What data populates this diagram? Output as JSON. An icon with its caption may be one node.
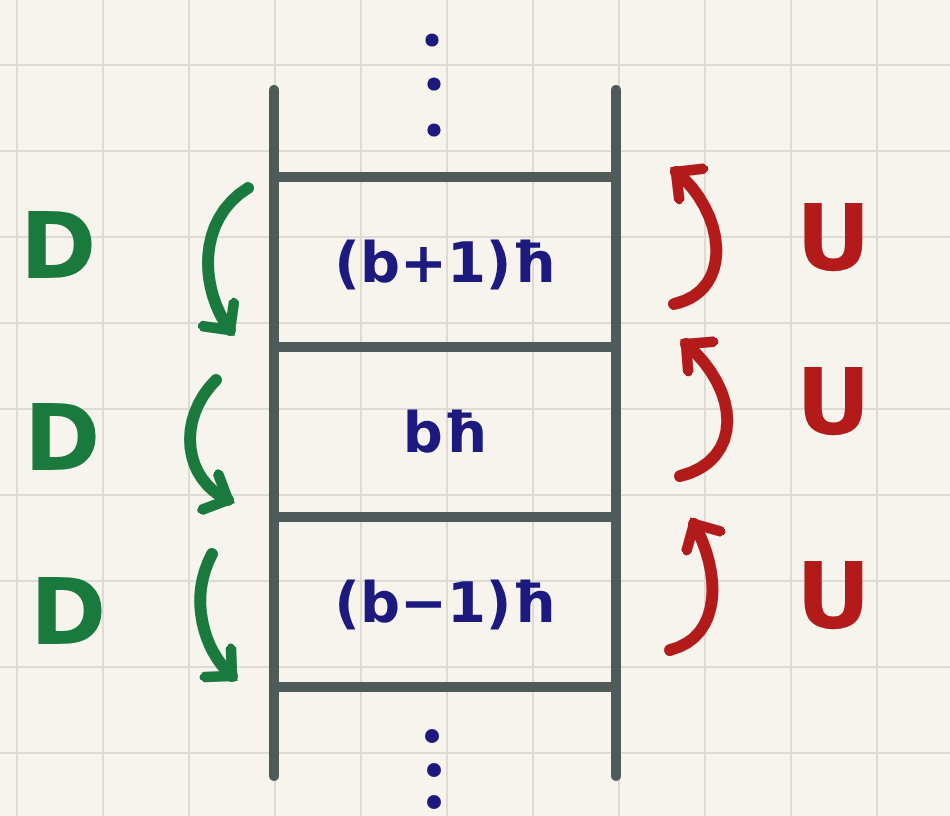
{
  "diagram": {
    "nodes": [
      {
        "text": [
          "(b+1)ħ"
        ]
      },
      {
        "text": [
          "bħ"
        ]
      },
      {
        "text": [
          "(b−1)ħ"
        ]
      }
    ],
    "labels": [
      "D",
      "U",
      "D",
      "U",
      "D",
      "U"
    ]
  }
}
